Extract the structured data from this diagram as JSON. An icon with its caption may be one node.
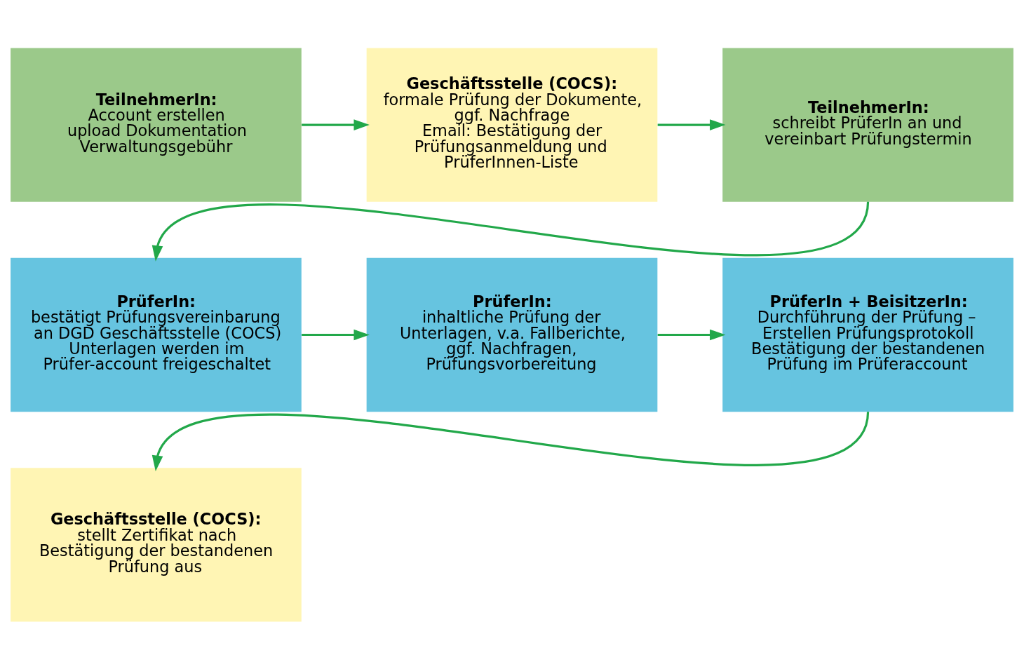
{
  "diagram": {
    "nodes": [
      {
        "text": [
          "TeilnehmerIn:",
          "Account erstellen",
          "upload Dokumentation",
          "Verwaltungsgebühr"
        ]
      },
      {
        "text": [
          "Geschäftsstelle (COCS):",
          "formale Prüfung der Dokumente, ggf. Nachfrage",
          "Email: Bestätigung der Prüfungsanmeldung und PrüferInnen-Liste"
        ]
      },
      {
        "text": [
          "TeilnehmerIn:",
          "schreibt PrüferIn an und vereinbart Prüfungstermin"
        ]
      },
      {
        "text": [
          "PrüferIn:",
          "bestätigt Prüfungsvereinbarung an DGD Geschäftsstelle (COCS)",
          "Unterlagen werden im Prüfer-account freigeschaltet"
        ]
      },
      {
        "text": [
          "PrüferIn:",
          "inhaltliche Prüfung der Unterlagen, v.a. Fallberichte, ggf. Nachfragen, Prüfungsvorbereitung"
        ]
      },
      {
        "text": [
          "PrüferIn + BeisitzerIn:",
          "Durchführung der Prüfung – Erstellen Prüfungsprotokoll",
          "Bestätigung der bestandenen Prüfung im Prüferaccount"
        ]
      },
      {
        "text": [
          "Geschäftsstelle (COCS):",
          "stellt Zertifikat nach Bestätigung der bestandenen Prüfung aus"
        ]
      }
    ],
    "edges": [
      {
        "from": 0,
        "to": 1,
        "arrow": "to"
      },
      {
        "from": 1,
        "to": 2,
        "arrow": "to"
      },
      {
        "from": 2,
        "to": 3,
        "arrow": "to"
      },
      {
        "from": 3,
        "to": 4,
        "arrow": "to"
      },
      {
        "from": 4,
        "to": 5,
        "arrow": "to"
      },
      {
        "from": 5,
        "to": 6,
        "arrow": "to"
      }
    ]
  }
}
